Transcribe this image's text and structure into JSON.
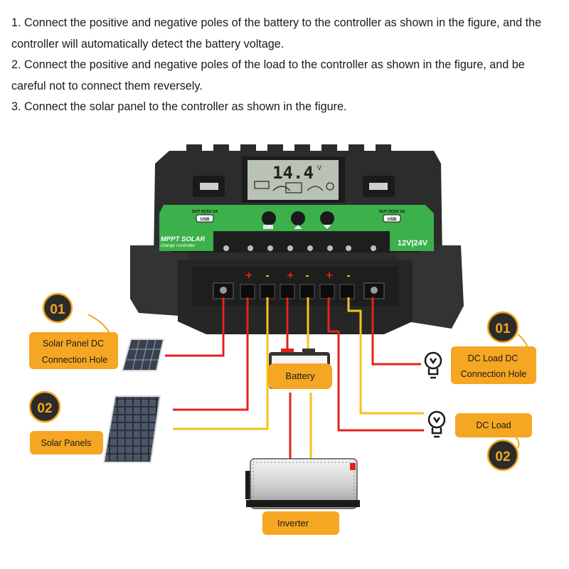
{
  "instructions": [
    "1. Connect the positive and negative poles of the battery to the controller as shown in the figure, and the controller will automatically detect the battery voltage.",
    "2. Connect the positive and negative poles of the load to the controller as shown in the figure, and be careful not to connect them reversely.",
    "3. Connect the solar panel to the controller as shown in the figure."
  ],
  "controller": {
    "display_voltage": "14.4",
    "display_unit": "V",
    "usb_label_left": "OUT DC5V 2A",
    "usb_label_right": "OUT DC5V 2A",
    "usb_badge": "USB",
    "brand_line1": "MPPT SOLAR",
    "brand_line2": "charge controller",
    "voltage_badge": "12V|24V",
    "terminal_polarity": [
      "+",
      "-",
      "+",
      "-",
      "+",
      "-"
    ]
  },
  "callouts": {
    "solar_dc_number": "01",
    "solar_dc_label": [
      "Solar Panel DC",
      "Connection Hole"
    ],
    "solar_panels_number": "02",
    "solar_panels_label": "Solar Panels",
    "battery_label": "Battery",
    "inverter_label": "Inverter",
    "dc_load_hole_number": "01",
    "dc_load_hole_label": [
      "DC Load DC",
      "Connection Hole"
    ],
    "dc_load_number": "02",
    "dc_load_label": "DC Load"
  },
  "colors": {
    "accent_orange": "#f5a623",
    "badge_dark": "#2b2b2b",
    "badge_text": "#f5a623",
    "wire_red": "#e2231a",
    "wire_yellow": "#f7c21b",
    "controller_green": "#3cb04a",
    "controller_body": "#2c2c2c",
    "lcd": "#b9c2b5"
  }
}
